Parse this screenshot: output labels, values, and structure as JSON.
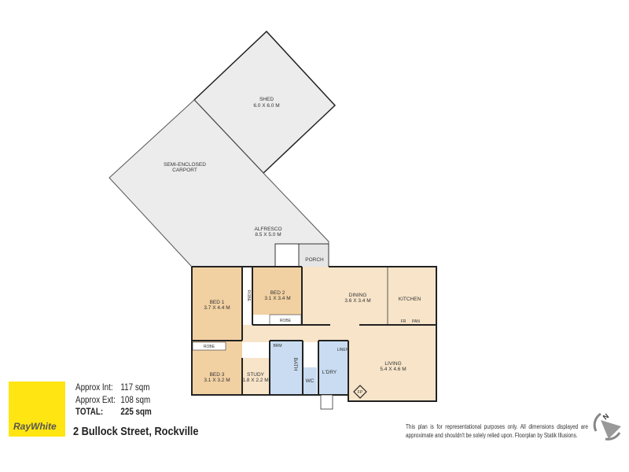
{
  "rooms": {
    "shed": {
      "name": "SHED",
      "dim": "6.0 X 6.0 M"
    },
    "carport": {
      "name1": "SEMI-ENCLOSED",
      "name2": "CARPORT"
    },
    "alfresco": {
      "name": "ALFRESCO",
      "dim": "8.5 X 5.0 M"
    },
    "porch": {
      "name": "PORCH"
    },
    "bed1": {
      "name": "BED 1",
      "dim": "3.7 X 4.4 M"
    },
    "bed2": {
      "name": "BED 2",
      "dim": "3.1 X 3.4 M"
    },
    "bed3": {
      "name": "BED 3",
      "dim": "3.1 X 3.2 M"
    },
    "dining": {
      "name": "DINING",
      "dim": "3.6 X 3.4 M"
    },
    "kitchen": {
      "name": "KITCHEN",
      "fr": "FR",
      "pan": "PAN"
    },
    "living": {
      "name": "LIVING",
      "dim": "5.4 X 4.6 M",
      "fp": "FP"
    },
    "study": {
      "name": "STUDY",
      "dim": "1.8 X 2.2 M"
    },
    "bath": {
      "name": "BATH",
      "brm": "BRM"
    },
    "wc": {
      "name": "WC"
    },
    "laundry": {
      "name": "L'DRY",
      "linen": "LINEN"
    },
    "robe": "ROBE"
  },
  "areas": {
    "int_label": "Approx Int:",
    "int_value": "117 sqm",
    "ext_label": "Approx Ext:",
    "ext_value": "108 sqm",
    "total_label": "TOTAL:",
    "total_value": "225 sqm"
  },
  "brand": {
    "logo_text": "RayWhite",
    "color": "#ffe512"
  },
  "address": "2 Bullock Street, Rockville",
  "disclaimer": "This plan is for representational purposes only. All dimensions displayed are approximate and shouldn't be solely relied upon. Floorplan by Statik Illusions.",
  "compass": {
    "label": "N",
    "icon": "north-arrow-icon"
  },
  "colors": {
    "bedroom": "#f1d0a2",
    "living": "#f7e4c9",
    "wet": "#c9dcf1",
    "outdoor": "#ececec",
    "wall": "#222222"
  }
}
